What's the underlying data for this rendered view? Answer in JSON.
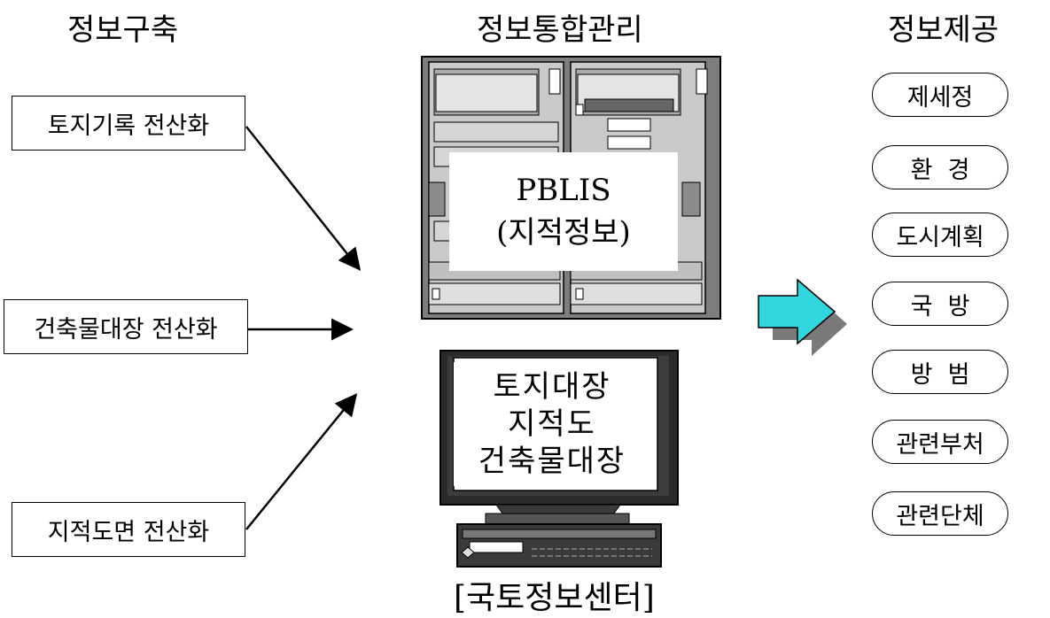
{
  "titles": {
    "build": "정보구축",
    "integrate": "정보통합관리",
    "provide": "정보제공"
  },
  "sources": [
    "토지기록 전산화",
    "건축물대장 전산화",
    "지적도면 전산화"
  ],
  "server": {
    "line1": "PBLIS",
    "line2": "(지적정보)"
  },
  "terminal": {
    "line1": "토지대장",
    "line2": "지적도",
    "line3": "건축물대장"
  },
  "caption": "[국토정보센터]",
  "consumers": [
    "제세정",
    "환  경",
    "도시계획",
    "국  방",
    "방  범",
    "관련부처",
    "관련단체"
  ],
  "colors": {
    "block_arrow": "#33d6dc",
    "block_arrow_shadow": "#7a7a7a",
    "server_gray": "#9a9a9a",
    "terminal_dark": "#2a2a2a"
  }
}
